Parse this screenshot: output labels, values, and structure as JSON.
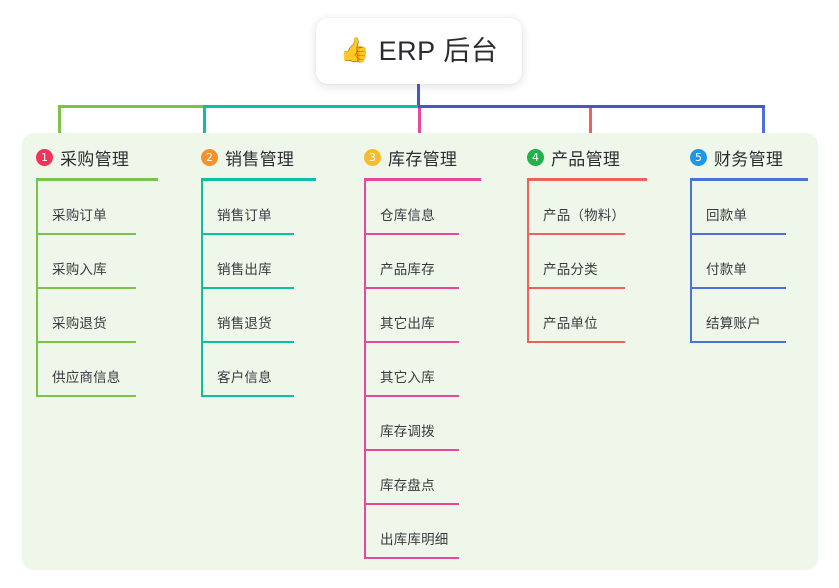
{
  "root": {
    "icon": "thumbs-up-icon",
    "emoji": "👍",
    "title": "ERP 后台",
    "stem_color": "#4a56c8"
  },
  "panel": {
    "background": "#eef7e9"
  },
  "connector": {
    "segments": [
      {
        "name": "green-segment",
        "color": "#7dc24b"
      },
      {
        "name": "teal-segment",
        "color": "#0fbfa1"
      },
      {
        "name": "purple-segment",
        "color": "#4a56c8"
      }
    ]
  },
  "columns": [
    {
      "number": "1",
      "title": "采购管理",
      "badge_color": "#f0335a",
      "line_color": "#7dc24b",
      "items": [
        {
          "label": "采购订单"
        },
        {
          "label": "采购入库"
        },
        {
          "label": "采购退货"
        },
        {
          "label": "供应商信息"
        }
      ]
    },
    {
      "number": "2",
      "title": "销售管理",
      "badge_color": "#f5922f",
      "line_color": "#0fbfa1",
      "items": [
        {
          "label": "销售订单"
        },
        {
          "label": "销售出库"
        },
        {
          "label": "销售退货"
        },
        {
          "label": "客户信息"
        }
      ]
    },
    {
      "number": "3",
      "title": "库存管理",
      "badge_color": "#f5bc2f",
      "line_color": "#e8489c",
      "items": [
        {
          "label": "仓库信息"
        },
        {
          "label": "产品库存"
        },
        {
          "label": "其它出库"
        },
        {
          "label": "其它入库"
        },
        {
          "label": "库存调拨"
        },
        {
          "label": "库存盘点"
        },
        {
          "label": "出库库明细"
        }
      ]
    },
    {
      "number": "4",
      "title": "产品管理",
      "badge_color": "#22b24c",
      "line_color": "#f0615c",
      "items": [
        {
          "label": "产品（物料）"
        },
        {
          "label": "产品分类"
        },
        {
          "label": "产品单位"
        }
      ]
    },
    {
      "number": "5",
      "title": "财务管理",
      "badge_color": "#2196e8",
      "line_color": "#4a72d8",
      "items": [
        {
          "label": "回款单"
        },
        {
          "label": "付款单"
        },
        {
          "label": "结算账户"
        }
      ]
    }
  ]
}
